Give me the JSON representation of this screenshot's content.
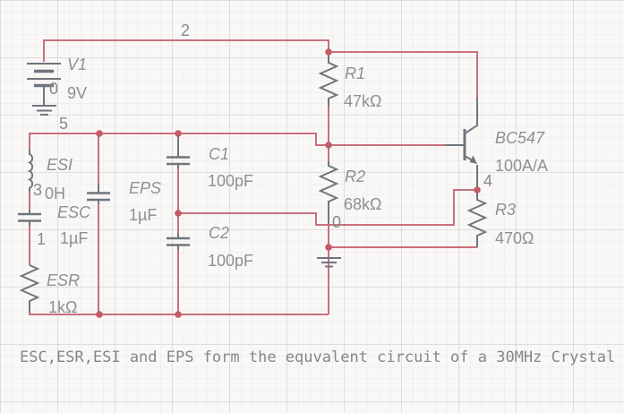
{
  "caption": "ESC,ESR,ESI and EPS form the equvalent circuit of a 30MHz Crystal",
  "colors": {
    "wire": "#c9707c",
    "junction_dot": "#c25a68",
    "component": "#6f757d",
    "label": "#8b9096",
    "net_label": "#868a90",
    "caption_text": "#84868a"
  },
  "components": {
    "v1": {
      "ref": "V1",
      "value": "9V"
    },
    "r1": {
      "ref": "R1",
      "value": "47kΩ"
    },
    "r2": {
      "ref": "R2",
      "value": "68kΩ"
    },
    "r3": {
      "ref": "R3",
      "value": "470Ω"
    },
    "c1": {
      "ref": "C1",
      "value": "100pF"
    },
    "c2": {
      "ref": "C2",
      "value": "100pF"
    },
    "esi": {
      "ref": "ESI",
      "value": "0H"
    },
    "esc": {
      "ref": "ESC",
      "value": "1µF"
    },
    "esr": {
      "ref": "ESR",
      "value": "1kΩ"
    },
    "eps": {
      "ref": "EPS",
      "value": "1µF"
    },
    "q1": {
      "ref": "BC547",
      "value": "100A/A"
    }
  },
  "nets": {
    "n0_battery": "0",
    "n0_ground": "0",
    "n1": "1",
    "n2": "2",
    "n3": "3",
    "n4": "4",
    "n5": "5"
  }
}
